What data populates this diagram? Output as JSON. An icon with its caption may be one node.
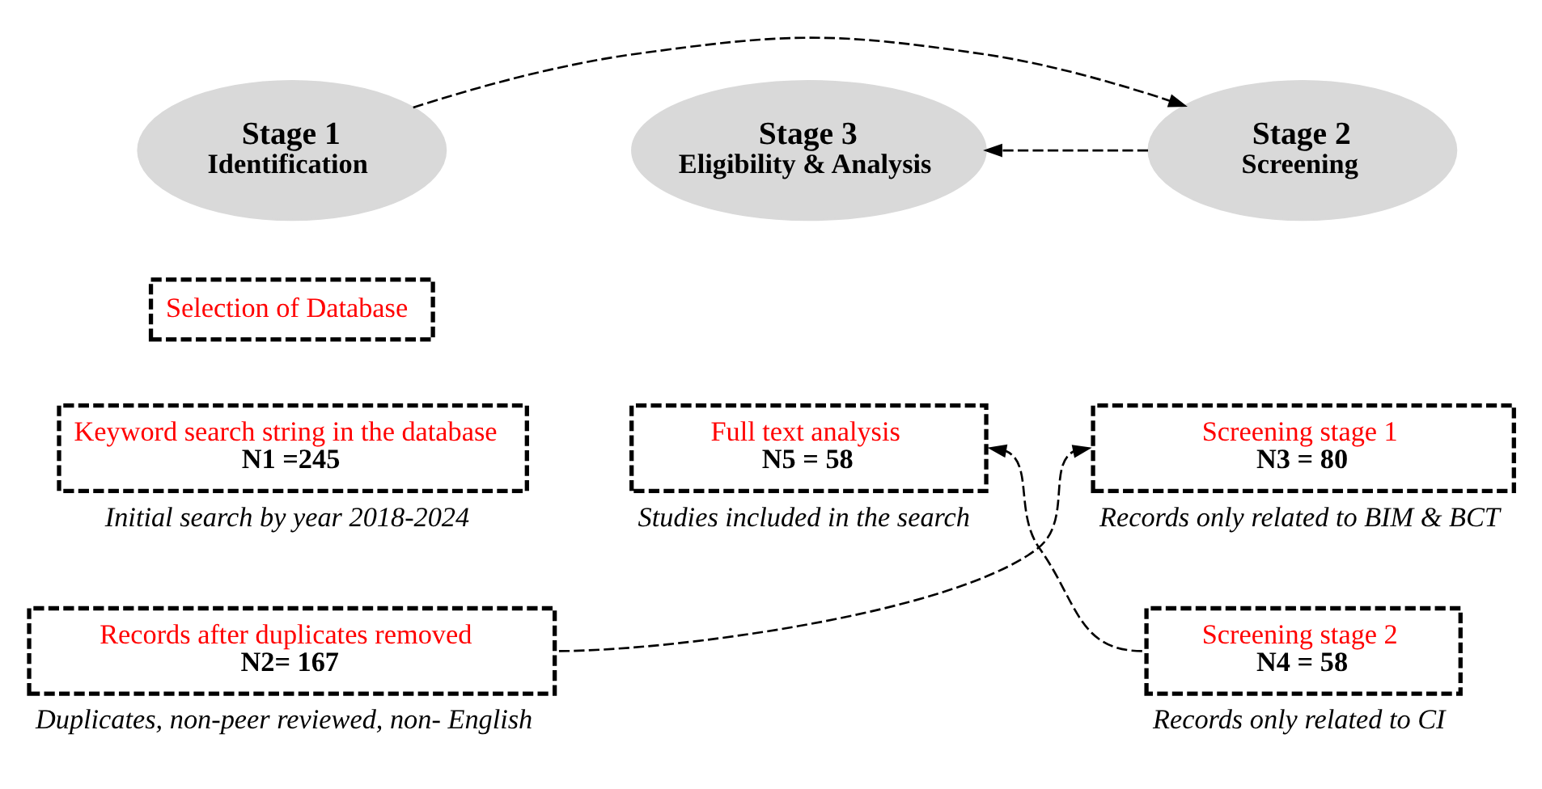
{
  "diagram": {
    "nodes": [
      {
        "text": [
          "Stage 1",
          "Identification"
        ]
      },
      {
        "text": [
          "Stage 2",
          "Screening"
        ]
      },
      {
        "text": [
          "Stage 3",
          "Eligibility & Analysis"
        ]
      },
      {
        "text": [
          "Selection of Database"
        ]
      },
      {
        "text": [
          "Keyword search string in the database",
          "N1 =245"
        ],
        "beside": [
          "Initial search by year 2018-2024"
        ]
      },
      {
        "text": [
          "Records after duplicates removed",
          "N2= 167"
        ],
        "beside": [
          "Duplicates, non-peer reviewed, non- English"
        ]
      },
      {
        "text": [
          "Screening stage 1",
          "N3 = 80"
        ],
        "beside": [
          "Records only related to BIM & BCT"
        ]
      },
      {
        "text": [
          "Screening stage 2",
          "N4 = 58"
        ],
        "beside": [
          "Records only related to CI"
        ]
      },
      {
        "text": [
          "Full text analysis",
          "N5 = 58"
        ],
        "beside": [
          "Studies included in the search"
        ]
      }
    ],
    "edges": [
      {
        "from": 0,
        "to": 1,
        "arrow": "to",
        "style": "dashed"
      },
      {
        "from": 1,
        "to": 2,
        "arrow": "to",
        "style": "dashed"
      },
      {
        "from": 5,
        "to": 6,
        "arrow": "to",
        "style": "dashed"
      },
      {
        "from": 7,
        "to": 8,
        "arrow": "to",
        "style": "dashed"
      }
    ]
  }
}
